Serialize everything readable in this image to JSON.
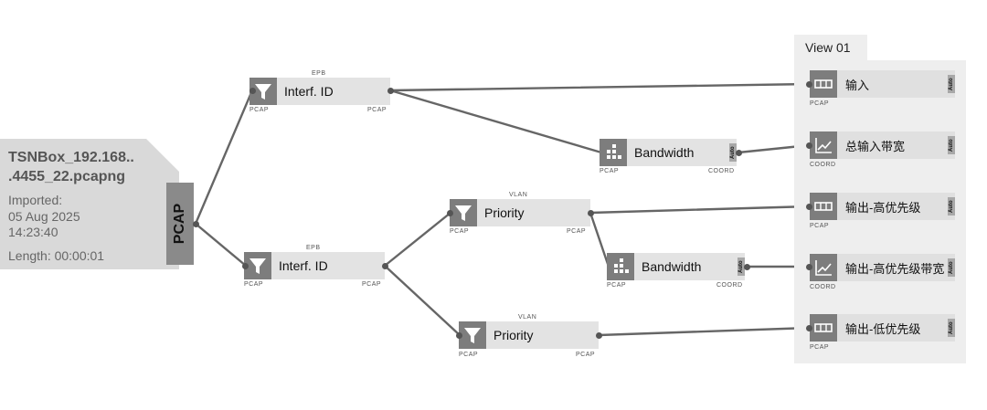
{
  "source": {
    "title_line1": "TSNBox_192.168..",
    "title_line2": ".4455_22.pcapng",
    "imported_label": "Imported:",
    "date": "05 Aug 2025",
    "time": "14:23:40",
    "length": "Length: 00:00:01",
    "output": "PCAP"
  },
  "nodes": {
    "interf_top": {
      "label": "Interf. ID",
      "tag": "EPB",
      "in": "PCAP",
      "out": "PCAP"
    },
    "interf_bottom": {
      "label": "Interf. ID",
      "tag": "EPB",
      "in": "PCAP",
      "out": "PCAP"
    },
    "priority_top": {
      "label": "Priority",
      "tag": "VLAN",
      "in": "PCAP",
      "out": "PCAP"
    },
    "priority_bottom": {
      "label": "Priority",
      "tag": "VLAN",
      "in": "PCAP",
      "out": "PCAP"
    },
    "bandwidth_top": {
      "label": "Bandwidth",
      "in": "PCAP",
      "out": "COORD",
      "auto": "Auto"
    },
    "bandwidth_bottom": {
      "label": "Bandwidth",
      "in": "PCAP",
      "out": "COORD",
      "auto": "Auto"
    }
  },
  "view": {
    "title": "View 01",
    "items": [
      {
        "label": "输入",
        "type": "PCAP",
        "icon": "table-icon",
        "auto": "Auto"
      },
      {
        "label": "总输入带宽",
        "type": "COORD",
        "icon": "line-chart-icon",
        "auto": "Auto"
      },
      {
        "label": "输出-高优先级",
        "type": "PCAP",
        "icon": "table-icon",
        "auto": "Auto"
      },
      {
        "label": "输出-高优先级带宽",
        "type": "COORD",
        "icon": "line-chart-icon",
        "auto": "Auto"
      },
      {
        "label": "输出-低优先级",
        "type": "PCAP",
        "icon": "table-icon",
        "auto": "Auto"
      }
    ]
  },
  "colors": {
    "icon_bg": "#7d7d7d",
    "node_bg": "#e3e3e3",
    "wire": "#666666",
    "panel_bg": "#eeeeee"
  }
}
